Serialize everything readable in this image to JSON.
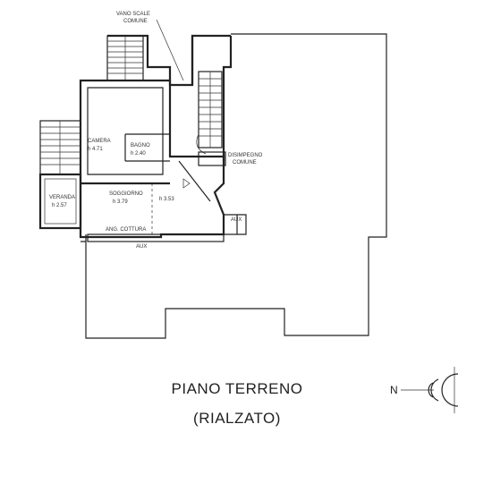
{
  "title": {
    "line1": "PIANO TERRENO",
    "line2": "(RIALZATO)"
  },
  "rooms": {
    "vano_scale": {
      "line1": "VANO SCALE",
      "line2": "COMUNE"
    },
    "camera": {
      "name": "CAMERA",
      "height": "h 4.71"
    },
    "bagno": {
      "name": "BAGNO",
      "height": "h 2.40"
    },
    "soggiorno": {
      "name": "SOGGIORNO",
      "height": "h 3.79"
    },
    "soggiorno_right": {
      "height": "h 3.53"
    },
    "veranda": {
      "name": "VERANDA",
      "height": "h 2.57"
    },
    "disimpegno": {
      "line1": "DISIMPEGNO",
      "line2": "COMUNE"
    },
    "ang_cottura": {
      "name": "ANG. COTTURA"
    },
    "aux_right": {
      "name": "AUX"
    },
    "aux_bottom": {
      "name": "AUX"
    }
  },
  "north_arrow": {
    "label": "N"
  }
}
